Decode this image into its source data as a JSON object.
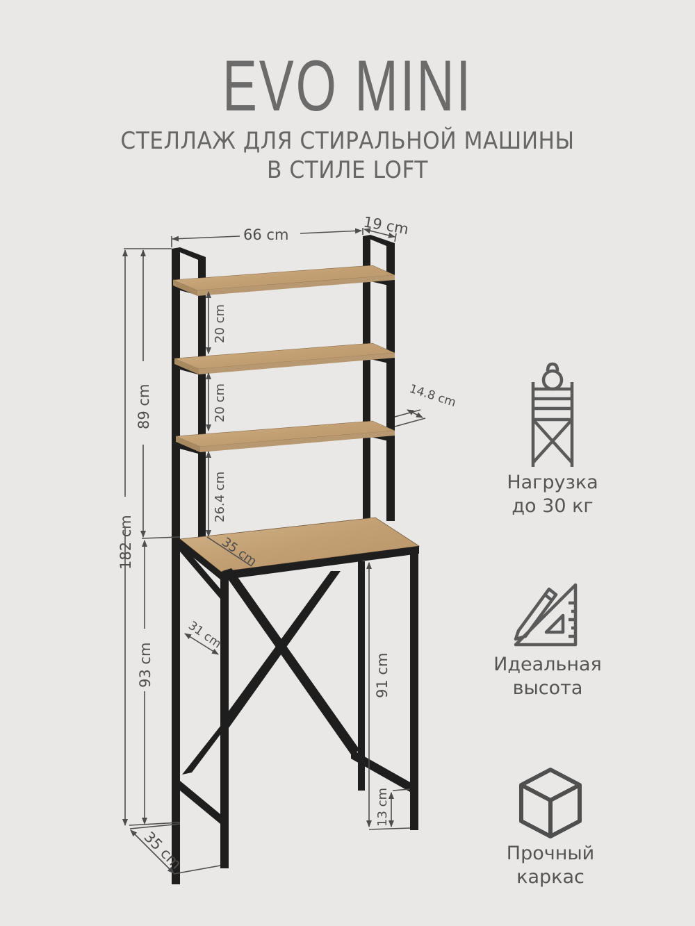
{
  "header": {
    "title": "EVO MINI",
    "subtitle_line1": "СТЕЛЛАЖ ДЛЯ СТИРАЛЬНОЙ МАШИНЫ",
    "subtitle_line2": "В СТИЛЕ LOFT"
  },
  "dimensions": {
    "width": "66 cm",
    "top_depth": "19 cm",
    "shelf_gap_1": "20 cm",
    "shelf_gap_2": "20 cm",
    "shelf_gap_3": "26.4 cm",
    "shelf_depth": "14.8 cm",
    "upper_height": "89 cm",
    "total_height": "182 cm",
    "table_depth": "35 cm",
    "side_brace": "31 cm",
    "lower_height": "93 cm",
    "clearance_height": "91 cm",
    "bottom_bar_height": "13 cm",
    "base_depth": "35 cm"
  },
  "features": [
    {
      "icon": "weight-shelf-icon",
      "line1": "Нагрузка",
      "line2": "до 30 кг"
    },
    {
      "icon": "pencil-triangle-icon",
      "line1": "Идеальная",
      "line2": "высота"
    },
    {
      "icon": "cube-icon",
      "line1": "Прочный",
      "line2": "каркас"
    }
  ],
  "colors": {
    "background": "#e9e8e6",
    "frame": "#1e1e1e",
    "wood": "#c8a77c",
    "text": "#5a5a5a"
  }
}
